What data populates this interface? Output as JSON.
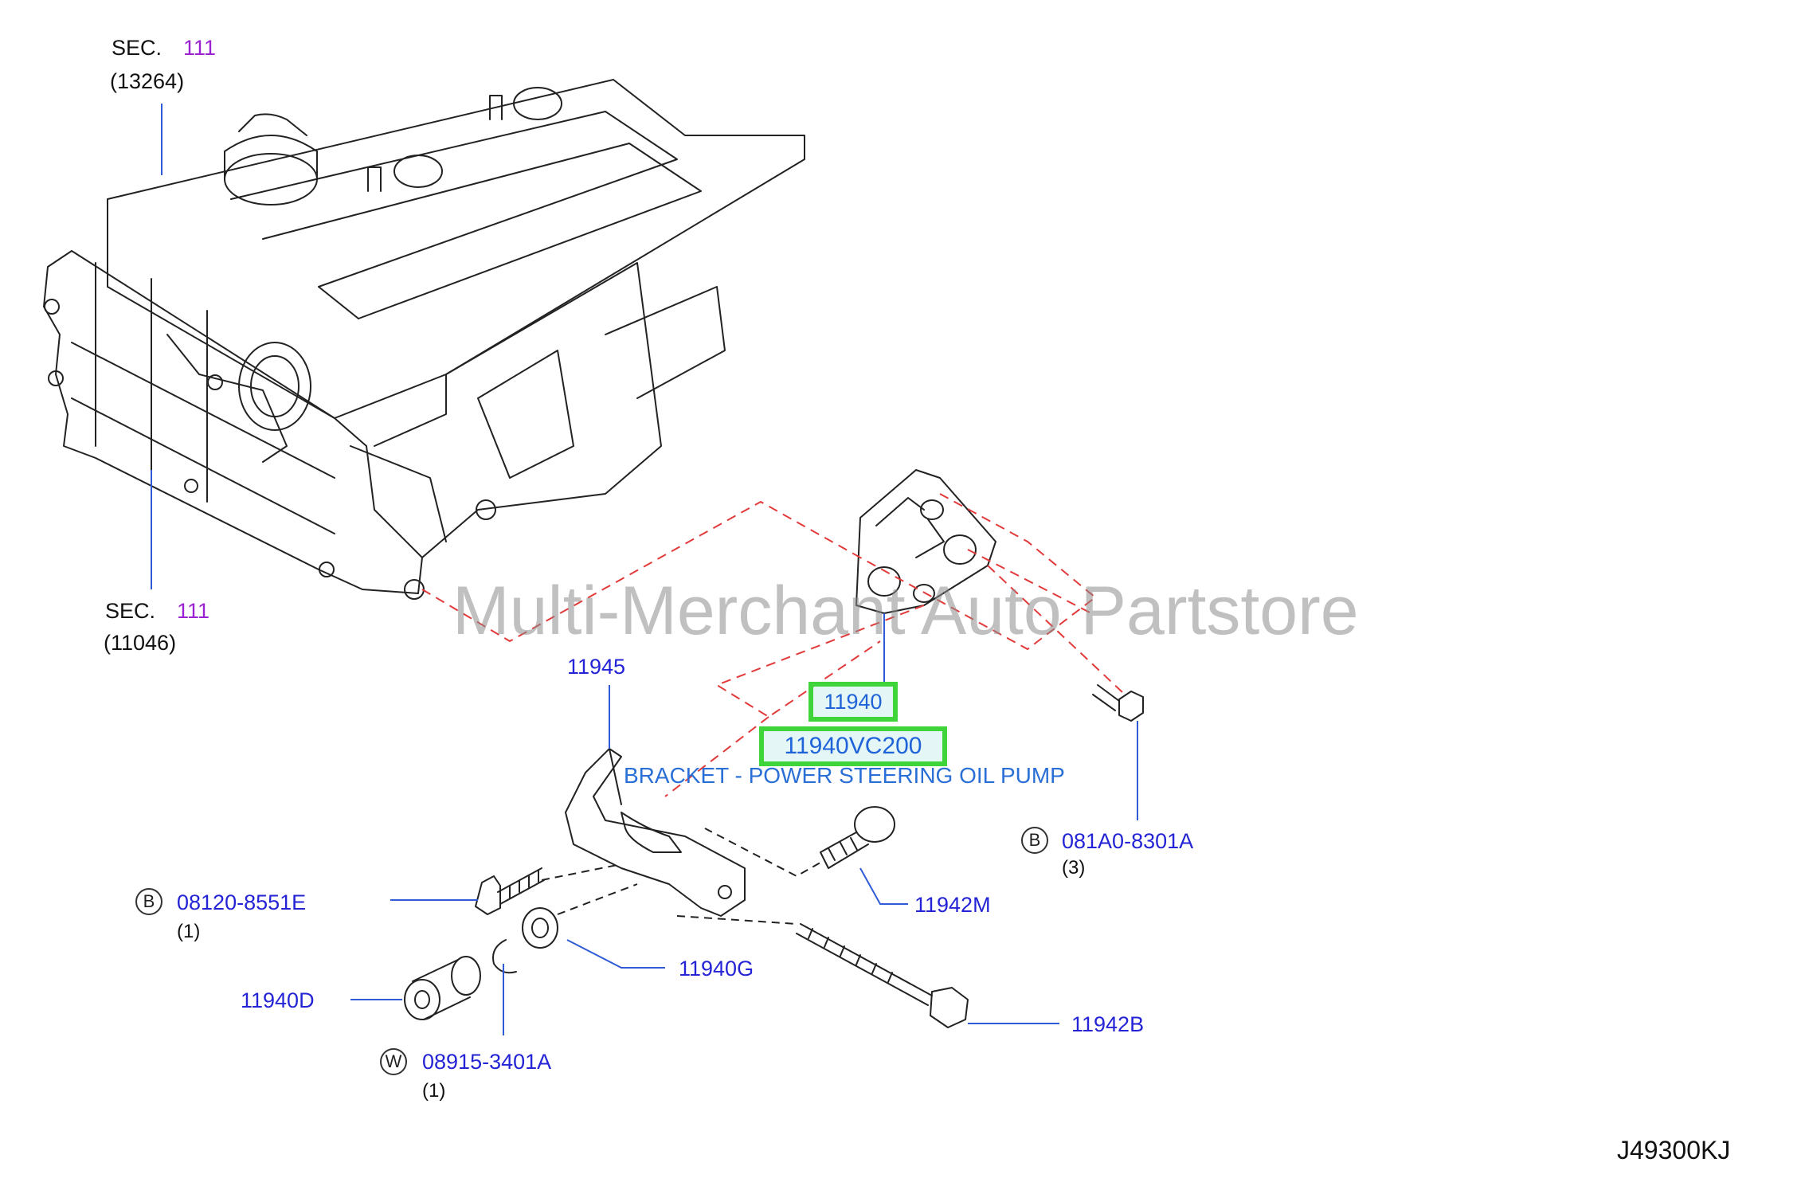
{
  "watermark": "Multi-Merchant Auto Partstore",
  "sections": [
    {
      "prefix": "SEC.",
      "num": "111",
      "ref": "(13264)"
    },
    {
      "prefix": "SEC.",
      "num": "111",
      "ref": "(11046)"
    }
  ],
  "highlight": {
    "part": "11940",
    "oem": "11940VC200",
    "description": "BRACKET - POWER STEERING OIL PUMP"
  },
  "parts": {
    "p11945": "11945",
    "p081A0": "081A0-8301A",
    "p081A0_qty": "(3)",
    "p08120": "08120-8551E",
    "p08120_qty": "(1)",
    "p11942M": "11942M",
    "p11940G": "11940G",
    "p11940D": "11940D",
    "p11942B": "11942B",
    "p08915": "08915-3401A",
    "p08915_qty": "(1)"
  },
  "symbols": {
    "bolt": "B",
    "washer": "W"
  },
  "diagram_code": "J49300KJ",
  "colors": {
    "part_label": "#2424d6",
    "section_num": "#9a22d2",
    "highlight_border": "#3fd43a",
    "dash": "#e23a3a",
    "leader": "#2f5bd6"
  }
}
